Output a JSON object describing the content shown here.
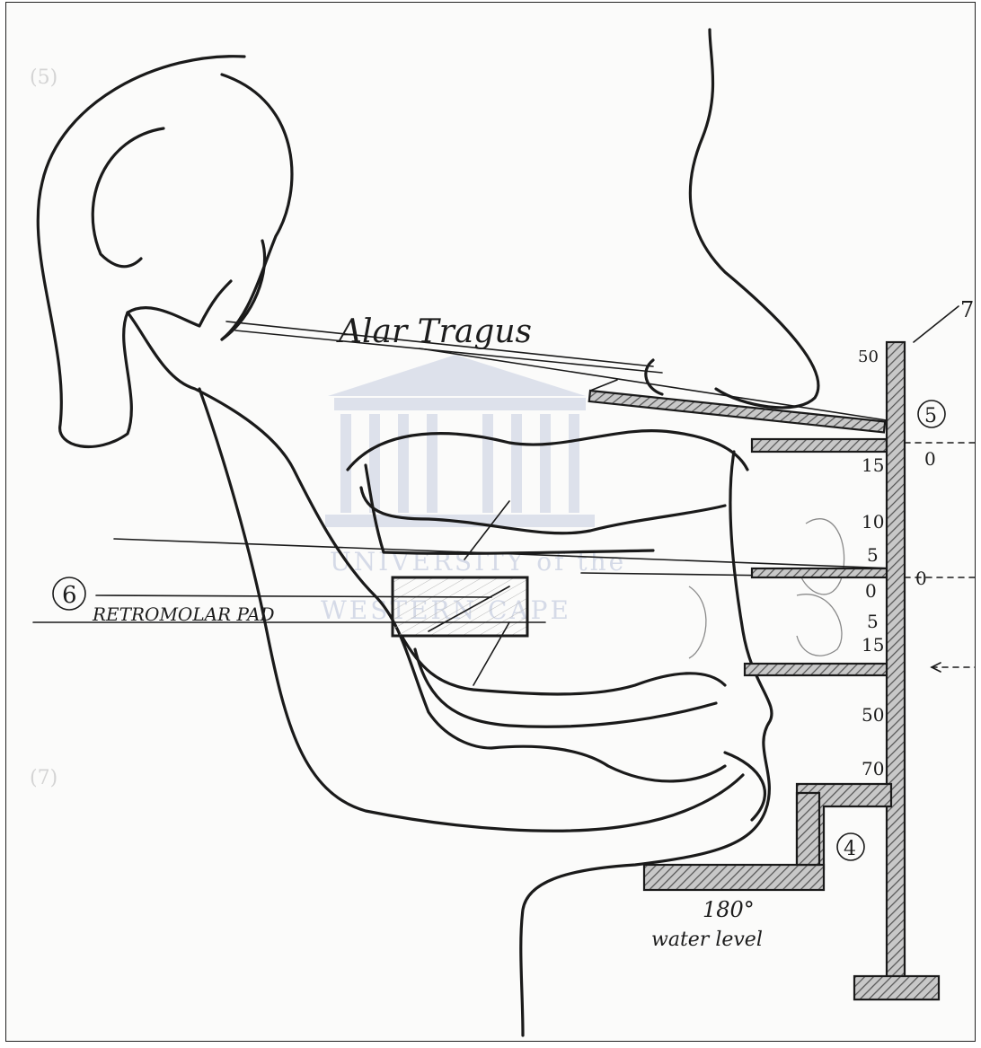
{
  "watermark": {
    "line1": "UNIVERSITY of the",
    "line2": "WESTERN CAPE"
  },
  "labels": {
    "alar_tragus": "Alar Tragus",
    "retromolar_pad": "RETROMOLAR PAD",
    "marker_6": "6",
    "marker_5": "5",
    "marker_4": "4",
    "marker_7": "7",
    "angle": "180°",
    "water_level": "water level",
    "zero_top": "0",
    "zero_mid": "0"
  },
  "margin_numbers": [
    "(5)",
    "(7)"
  ],
  "ruler_ticks": [
    "50",
    "15",
    "10",
    "5",
    "0",
    "5",
    "15",
    "50",
    "70"
  ],
  "colors": {
    "ink": "#1a1a1a",
    "paper": "#fbfbfa",
    "watermark": "#c5cde0",
    "hatch_fill": "#9a9a9a"
  }
}
